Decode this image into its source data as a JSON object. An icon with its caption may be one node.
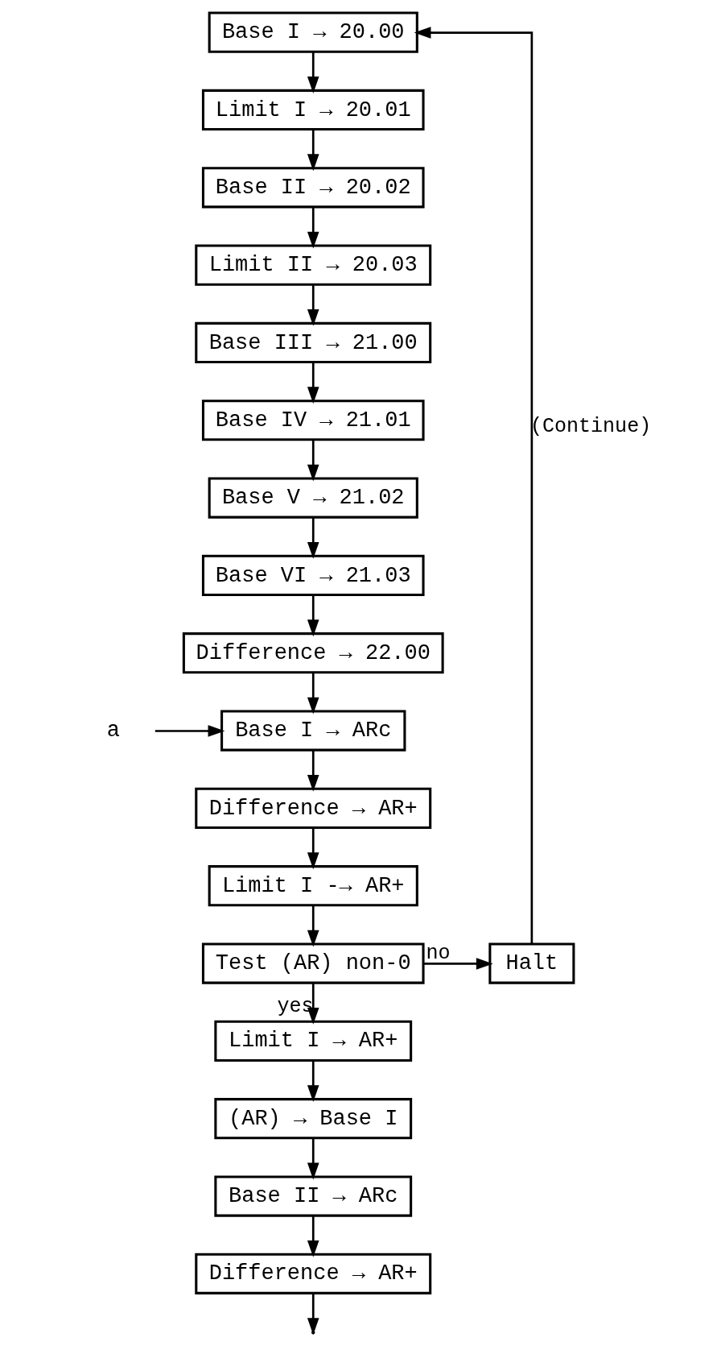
{
  "diagram": {
    "nodes": [
      {
        "text": [
          "Base I → 20.00"
        ]
      },
      {
        "text": [
          "Limit I → 20.01"
        ]
      },
      {
        "text": [
          "Base II → 20.02"
        ]
      },
      {
        "text": [
          "Limit II → 20.03"
        ]
      },
      {
        "text": [
          "Base III → 21.00"
        ]
      },
      {
        "text": [
          "Base IV → 21.01"
        ]
      },
      {
        "text": [
          "Base V → 21.02"
        ]
      },
      {
        "text": [
          "Base VI → 21.03"
        ]
      },
      {
        "text": [
          "Difference → 22.00"
        ]
      },
      {
        "text": [
          "a"
        ]
      },
      {
        "text": [
          "Base I → ARc"
        ]
      },
      {
        "text": [
          "Difference → AR+"
        ]
      },
      {
        "text": [
          "Limit I -→ AR+"
        ]
      },
      {
        "text": [
          "Test (AR) non-0"
        ]
      },
      {
        "text": [
          "Halt"
        ]
      },
      {
        "text": [
          "Limit I → AR+"
        ]
      },
      {
        "text": [
          "(AR) → Base I"
        ]
      },
      {
        "text": [
          "Base II → ARc"
        ]
      },
      {
        "text": [
          "Difference → AR+"
        ]
      }
    ],
    "edges": [
      {
        "from": 0,
        "to": 1,
        "arrow": "to"
      },
      {
        "from": 1,
        "to": 2,
        "arrow": "to"
      },
      {
        "from": 2,
        "to": 3,
        "arrow": "to"
      },
      {
        "from": 3,
        "to": 4,
        "arrow": "to"
      },
      {
        "from": 4,
        "to": 5,
        "arrow": "to"
      },
      {
        "from": 5,
        "to": 6,
        "arrow": "to"
      },
      {
        "from": 6,
        "to": 7,
        "arrow": "to"
      },
      {
        "from": 7,
        "to": 8,
        "arrow": "to"
      },
      {
        "from": 8,
        "to": 10,
        "arrow": "to"
      },
      {
        "from": 9,
        "to": 10,
        "arrow": "to"
      },
      {
        "from": 10,
        "to": 11,
        "arrow": "to"
      },
      {
        "from": 11,
        "to": 12,
        "arrow": "to"
      },
      {
        "from": 12,
        "to": 13,
        "arrow": "to"
      },
      {
        "from": 13,
        "to": 14,
        "arrow": "to",
        "label": "no"
      },
      {
        "from": 14,
        "to": 0,
        "arrow": "to",
        "label": "(Continue)"
      },
      {
        "from": 13,
        "to": 15,
        "arrow": "to",
        "label": "yes"
      },
      {
        "from": 15,
        "to": 16,
        "arrow": "to"
      },
      {
        "from": 16,
        "to": 17,
        "arrow": "to"
      },
      {
        "from": 17,
        "to": 18,
        "arrow": "to"
      },
      {
        "from": 18,
        "to": null,
        "arrow": "to"
      }
    ]
  }
}
